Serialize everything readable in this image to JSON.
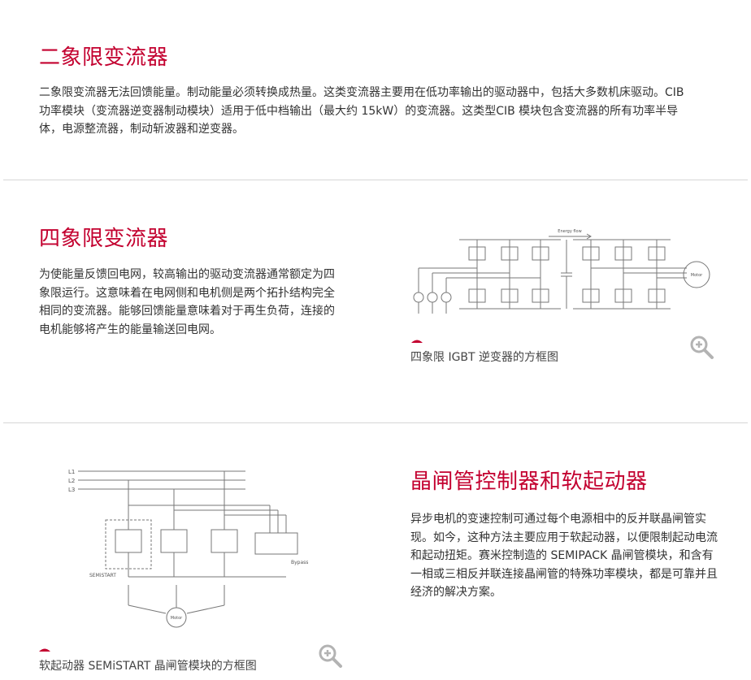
{
  "section1": {
    "title": "二象限变流器",
    "text": "二象限变流器无法回馈能量。制动能量必须转换成热量。这类变流器主要用在低功率输出的驱动器中，包括大多数机床驱动。CIB 功率模块（变流器逆变器制动模块）适用于低中档输出（最大约 15kW）的变流器。这类型CIB 模块包含变流器的所有功率半导体，电源整流器，制动斩波器和逆变器。"
  },
  "section2": {
    "title": "四象限变流器",
    "text": "为使能量反馈回电网，较高输出的驱动变流器通常额定为四象限运行。这意味着在电网侧和电机侧是两个拓扑结构完全相同的变流器。能够回馈能量意味着对于再生负荷，连接的电机能够将产生的能量输送回电网。",
    "diagram": {
      "energy_label": "Energy flow",
      "motor_label": "Motor"
    },
    "caption": "四象限 IGBT 逆变器的方框图"
  },
  "section3": {
    "title": "晶闸管控制器和软起动器",
    "text": "异步电机的变速控制可通过每个电源相中的反并联晶闸管实现。如今，这种方法主要应用于软起动器，以便限制起动电流和起动扭矩。赛米控制造的 SEMIPACK 晶闸管模块，和含有一相或三相反并联连接晶闸管的特殊功率模块，都是可靠并且经济的解决方案。",
    "diagram": {
      "l1": "L1",
      "l2": "L2",
      "l3": "L3",
      "semistart_label": "SEMiSTART",
      "bypass_label": "Bypass",
      "motor_label": "Motor"
    },
    "caption": "软起动器 SEMiSTART 晶闸管模块的方框图"
  },
  "colors": {
    "accent": "#c3002f",
    "divider": "#d6d6d6",
    "icon_gray": "#b3b3b3"
  },
  "icons": {
    "zoom": "zoom-in-icon",
    "caption_marker": "caption-marker-icon"
  }
}
